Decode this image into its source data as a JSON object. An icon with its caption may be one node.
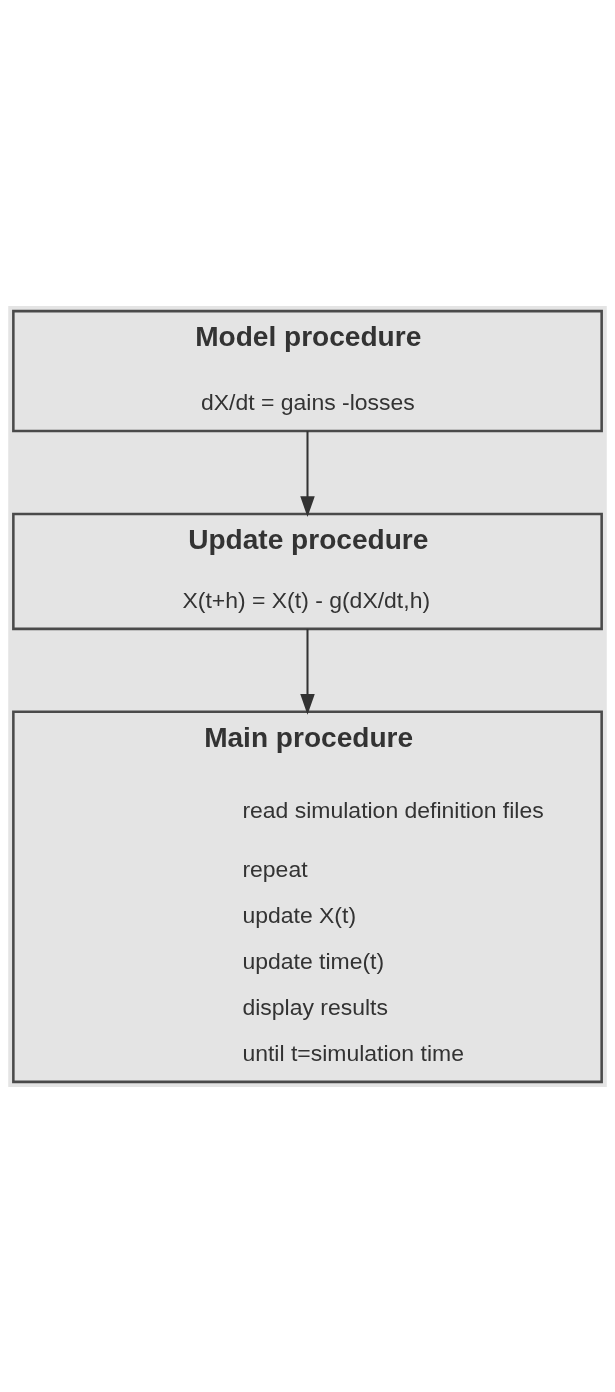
{
  "diagram": {
    "nodes": [
      {
        "text": [
          "Model procedure",
          "dX/dt = gains -losses"
        ]
      },
      {
        "text": [
          "Update procedure",
          "X(t+h) = X(t) - g(dX/dt,h)"
        ]
      },
      {
        "text": [
          "Main procedure",
          "read simulation definition files",
          "repeat",
          "update X(t)",
          "update time(t)",
          "display results",
          "until t=simulation time"
        ]
      }
    ],
    "edges": [
      {
        "from": 0,
        "to": 1,
        "arrow": "to"
      },
      {
        "from": 1,
        "to": 2,
        "arrow": "to"
      }
    ]
  }
}
